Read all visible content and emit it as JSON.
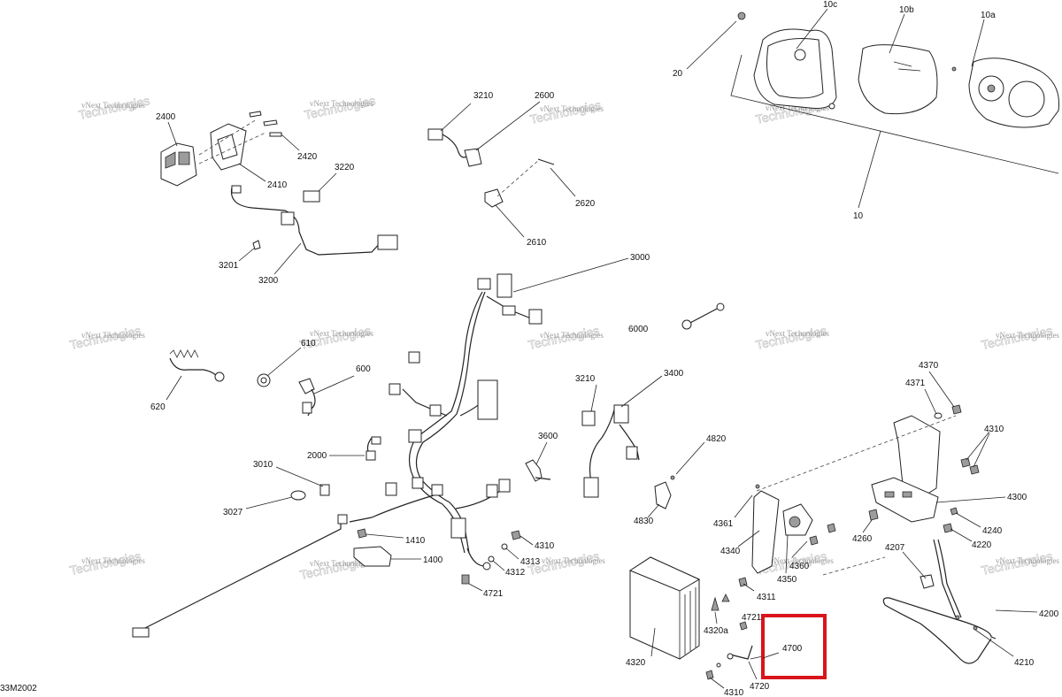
{
  "drawing_id": "33M2002",
  "watermark": "vNext Technologies",
  "highlight_color": "#d9141b",
  "labels": {
    "l10c": "10c",
    "l10b": "10b",
    "l10a": "10a",
    "l20": "20",
    "l10": "10",
    "l2400": "2400",
    "l2410": "2410",
    "l2420": "2420",
    "l3220": "3220",
    "l3201": "3201",
    "l3200": "3200",
    "l3210a": "3210",
    "l2600": "2600",
    "l2620": "2620",
    "l2610": "2610",
    "l3000": "3000",
    "l6000": "6000",
    "l610": "610",
    "l600": "600",
    "l620": "620",
    "l2000": "2000",
    "l3010": "3010",
    "l3027": "3027",
    "l1410": "1410",
    "l1400": "1400",
    "l4310a": "4310",
    "l4313": "4313",
    "l4312": "4312",
    "l4721a": "4721",
    "l3210b": "3210",
    "l3400": "3400",
    "l3600": "3600",
    "l4820": "4820",
    "l4830": "4830",
    "l4370": "4370",
    "l4371": "4371",
    "l4310b": "4310",
    "l4300": "4300",
    "l4361": "4361",
    "l4340": "4340",
    "l4360": "4360",
    "l4350": "4350",
    "l4260": "4260",
    "l4240": "4240",
    "l4220": "4220",
    "l4207": "4207",
    "l4311": "4311",
    "l4320a": "4320a",
    "l4721b": "4721",
    "l4700": "4700",
    "l4320": "4320",
    "l4720": "4720",
    "l4310c": "4310",
    "l4200": "4200",
    "l4210": "4210"
  }
}
